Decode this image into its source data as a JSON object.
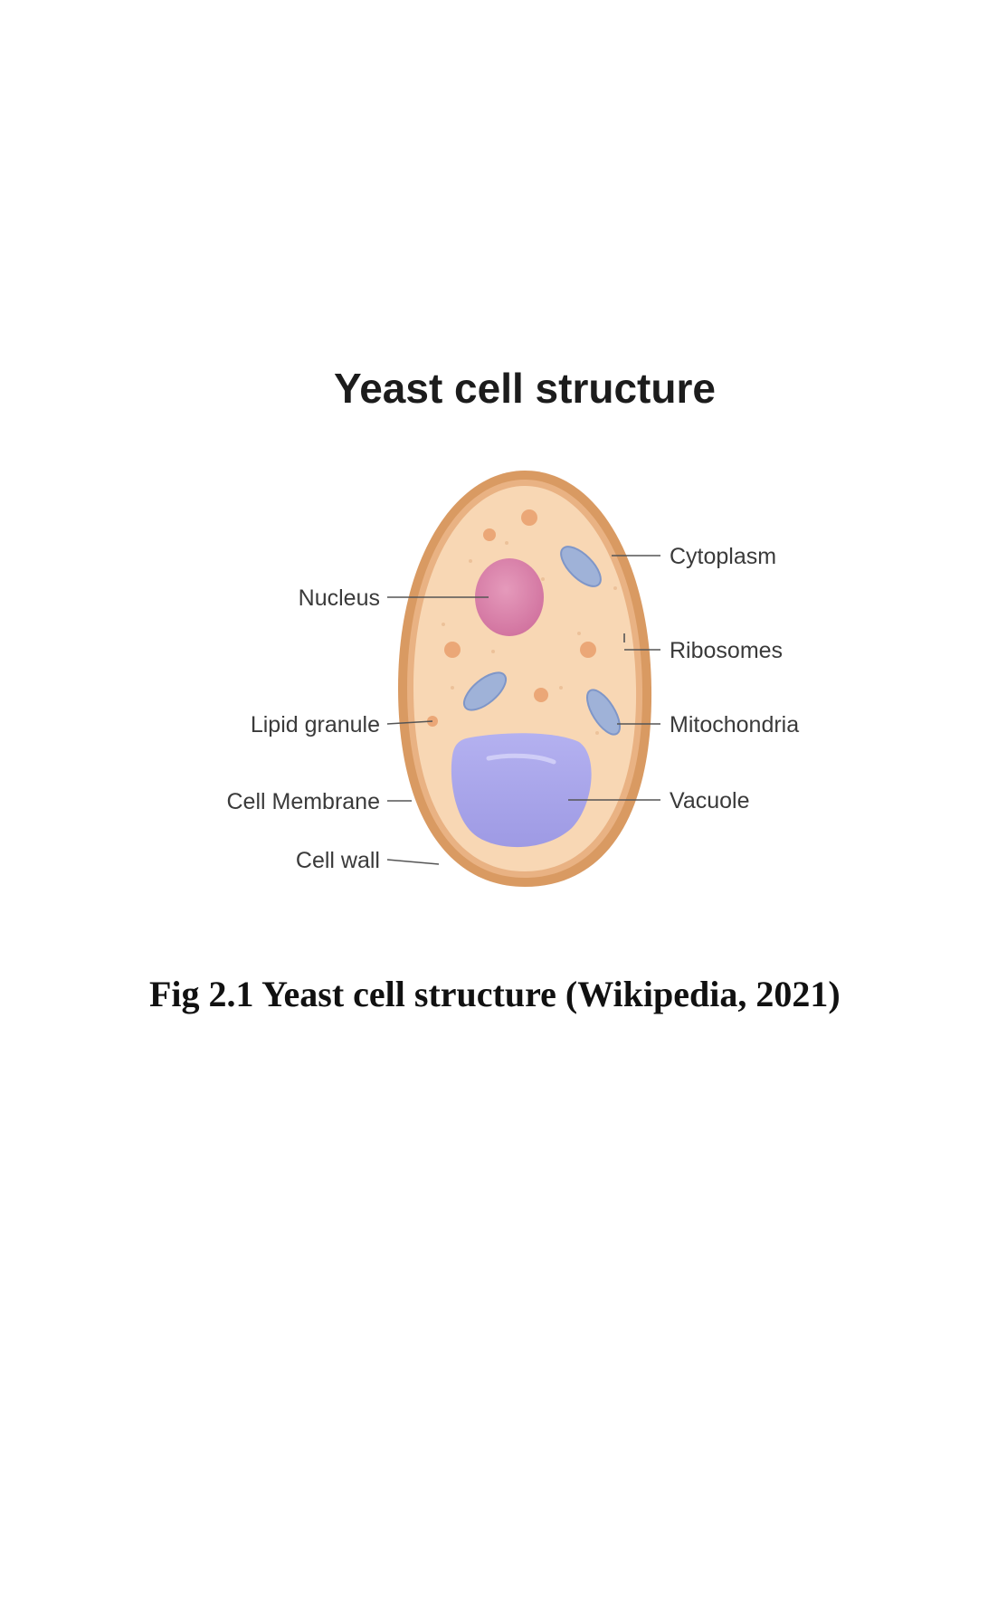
{
  "diagram": {
    "title": "Yeast cell structure",
    "labels": {
      "nucleus": "Nucleus",
      "lipid_granule": "Lipid granule",
      "cell_membrane": "Cell Membrane",
      "cell_wall": "Cell wall",
      "cytoplasm": "Cytoplasm",
      "ribosomes": "Ribosomes",
      "mitochondria": "Mitochondria",
      "vacuole": "Vacuole"
    },
    "colors": {
      "cell_wall": "#d99a62",
      "cytoplasm": "#f8d7b4",
      "nucleus": "#d97fa6",
      "mitochondria": "#9fb2d8",
      "vacuole": "#a9a6ea",
      "granules": "#e9a778"
    }
  },
  "caption": "Fig 2.1 Yeast cell structure (Wikipedia, 2021)"
}
